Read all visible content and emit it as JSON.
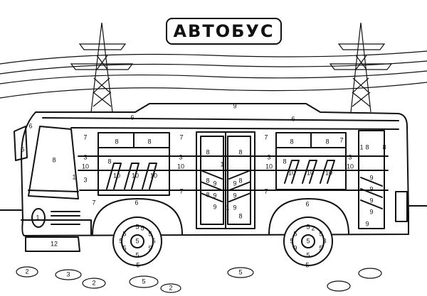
{
  "title": "АВТОБУС",
  "regions": [
    {
      "n": "9"
    },
    {
      "n": "6"
    },
    {
      "n": "6"
    },
    {
      "n": "6"
    },
    {
      "n": "6"
    },
    {
      "n": "7"
    },
    {
      "n": "8"
    },
    {
      "n": "8"
    },
    {
      "n": "7"
    },
    {
      "n": "7"
    },
    {
      "n": "8"
    },
    {
      "n": "8"
    },
    {
      "n": "7"
    },
    {
      "n": "8"
    },
    {
      "n": "3"
    },
    {
      "n": "3"
    },
    {
      "n": "3"
    },
    {
      "n": "3"
    },
    {
      "n": "10"
    },
    {
      "n": "10"
    },
    {
      "n": "10"
    },
    {
      "n": "10"
    },
    {
      "n": "8"
    },
    {
      "n": "10"
    },
    {
      "n": "10"
    },
    {
      "n": "10"
    },
    {
      "n": "8"
    },
    {
      "n": "10"
    },
    {
      "n": "10"
    },
    {
      "n": "10"
    },
    {
      "n": "8"
    },
    {
      "n": "1"
    },
    {
      "n": "8"
    },
    {
      "n": "8"
    },
    {
      "n": "9"
    },
    {
      "n": "9"
    },
    {
      "n": "9"
    },
    {
      "n": "8"
    },
    {
      "n": "8"
    },
    {
      "n": "8"
    },
    {
      "n": "9"
    },
    {
      "n": "9"
    },
    {
      "n": "9"
    },
    {
      "n": "1"
    },
    {
      "n": "8"
    },
    {
      "n": "9"
    },
    {
      "n": "9"
    },
    {
      "n": "9"
    },
    {
      "n": "9"
    },
    {
      "n": "9"
    },
    {
      "n": "1"
    },
    {
      "n": "8"
    },
    {
      "n": "1"
    },
    {
      "n": "3"
    },
    {
      "n": "7"
    },
    {
      "n": "7"
    },
    {
      "n": "7"
    },
    {
      "n": "6"
    },
    {
      "n": "6"
    },
    {
      "n": "1"
    },
    {
      "n": "12"
    },
    {
      "n": "5"
    },
    {
      "n": "5"
    },
    {
      "n": "5"
    },
    {
      "n": "5"
    },
    {
      "n": "5"
    },
    {
      "n": "5"
    },
    {
      "n": "9"
    },
    {
      "n": "5"
    },
    {
      "n": "5"
    },
    {
      "n": "5"
    },
    {
      "n": "5"
    },
    {
      "n": "5"
    },
    {
      "n": "5"
    },
    {
      "n": "5"
    },
    {
      "n": "5"
    },
    {
      "n": "9"
    },
    {
      "n": "5"
    },
    {
      "n": "5"
    },
    {
      "n": "5"
    },
    {
      "n": "5"
    },
    {
      "n": "3"
    },
    {
      "n": "2"
    },
    {
      "n": "2"
    },
    {
      "n": "3"
    },
    {
      "n": "2"
    },
    {
      "n": "5"
    },
    {
      "n": "2"
    },
    {
      "n": "5"
    }
  ]
}
